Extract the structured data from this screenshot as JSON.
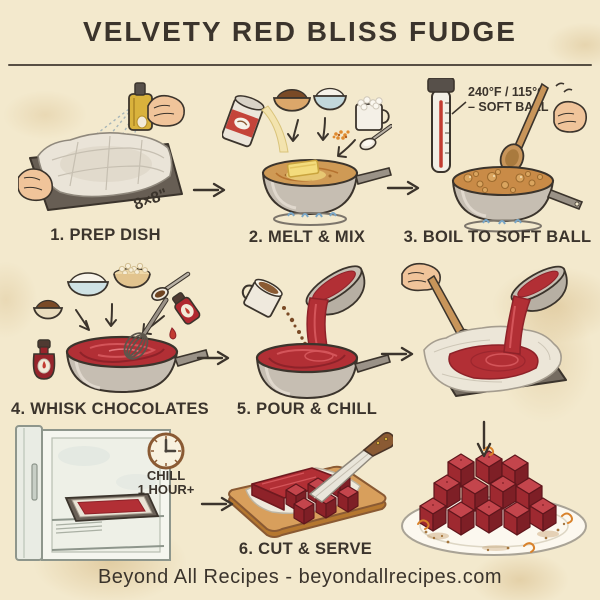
{
  "header": {
    "title": "VELVETY RED BLISS FUDGE"
  },
  "steps": [
    {
      "label": "1. PREP DISH"
    },
    {
      "label": "2. MELT & MIX"
    },
    {
      "label": "3. BOIL TO SOFT BALL"
    },
    {
      "label": "4. WHISK CHOCOLATES"
    },
    {
      "label": "5. POUR & CHILL"
    },
    {
      "label": "6. CUT & SERVE"
    }
  ],
  "annotations": {
    "pan_size": "8×8\"",
    "temperature": "240°F / 115°C",
    "soft_ball": "– SOFT BALL",
    "chill_line1": "CHILL",
    "chill_line2": "1 HOUR+"
  },
  "footer": {
    "text": "Beyond All Recipes - beyondallrecipes.com"
  },
  "colors": {
    "parchment_background": "#f3e9cd",
    "ink": "#3b342c",
    "fudge_red": "#b22f35",
    "fudge_red_dark": "#8e2229",
    "caramel": "#c98b47",
    "butter_yellow": "#f4dc7c",
    "steel_gray": "#c6beb2",
    "wood_brown": "#c8955a",
    "zest_orange": "#d9822b"
  },
  "illustrations": [
    "prep-dish-spray",
    "melt-mix-saucepan",
    "boil-thermometer",
    "whisk-red-mixture",
    "pour-and-chill",
    "pour-into-lined-dish",
    "fridge-chill",
    "cut-fudge-board",
    "plated-fudge-cubes"
  ]
}
